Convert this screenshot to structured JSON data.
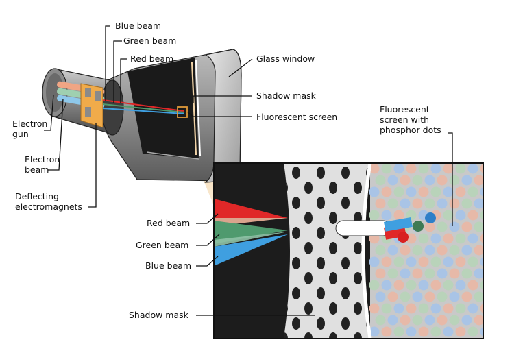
{
  "labels": {
    "blue_beam": "Blue beam",
    "green_beam": "Green beam",
    "red_beam": "Red beam",
    "glass_window": "Glass window",
    "shadow_mask": "Shadow mask",
    "fluorescent_screen": "Fluorescent screen",
    "phosphor_screen_line1": "Fluorescent",
    "phosphor_screen_line2": "screen with",
    "phosphor_screen_line3": "phosphor dots",
    "electron_gun_line1": "Electron",
    "electron_gun_line2": "gun",
    "electron_beam_line1": "Electron",
    "electron_beam_line2": "beam",
    "deflecting_line1": "Deflecting",
    "deflecting_line2": "electromagnets",
    "inset_red_beam": "Red beam",
    "inset_green_beam": "Green beam",
    "inset_blue_beam": "Blue beam",
    "inset_shadow_mask": "Shadow mask"
  },
  "colors": {
    "red": "#e02828",
    "green": "#4f9a6e",
    "blue": "#3f9fe0",
    "mask_grey": "#dcdcdc",
    "phosphor_red": "#e7b9a8",
    "phosphor_green": "#b9d3ba",
    "phosphor_blue": "#a9c4e6"
  }
}
